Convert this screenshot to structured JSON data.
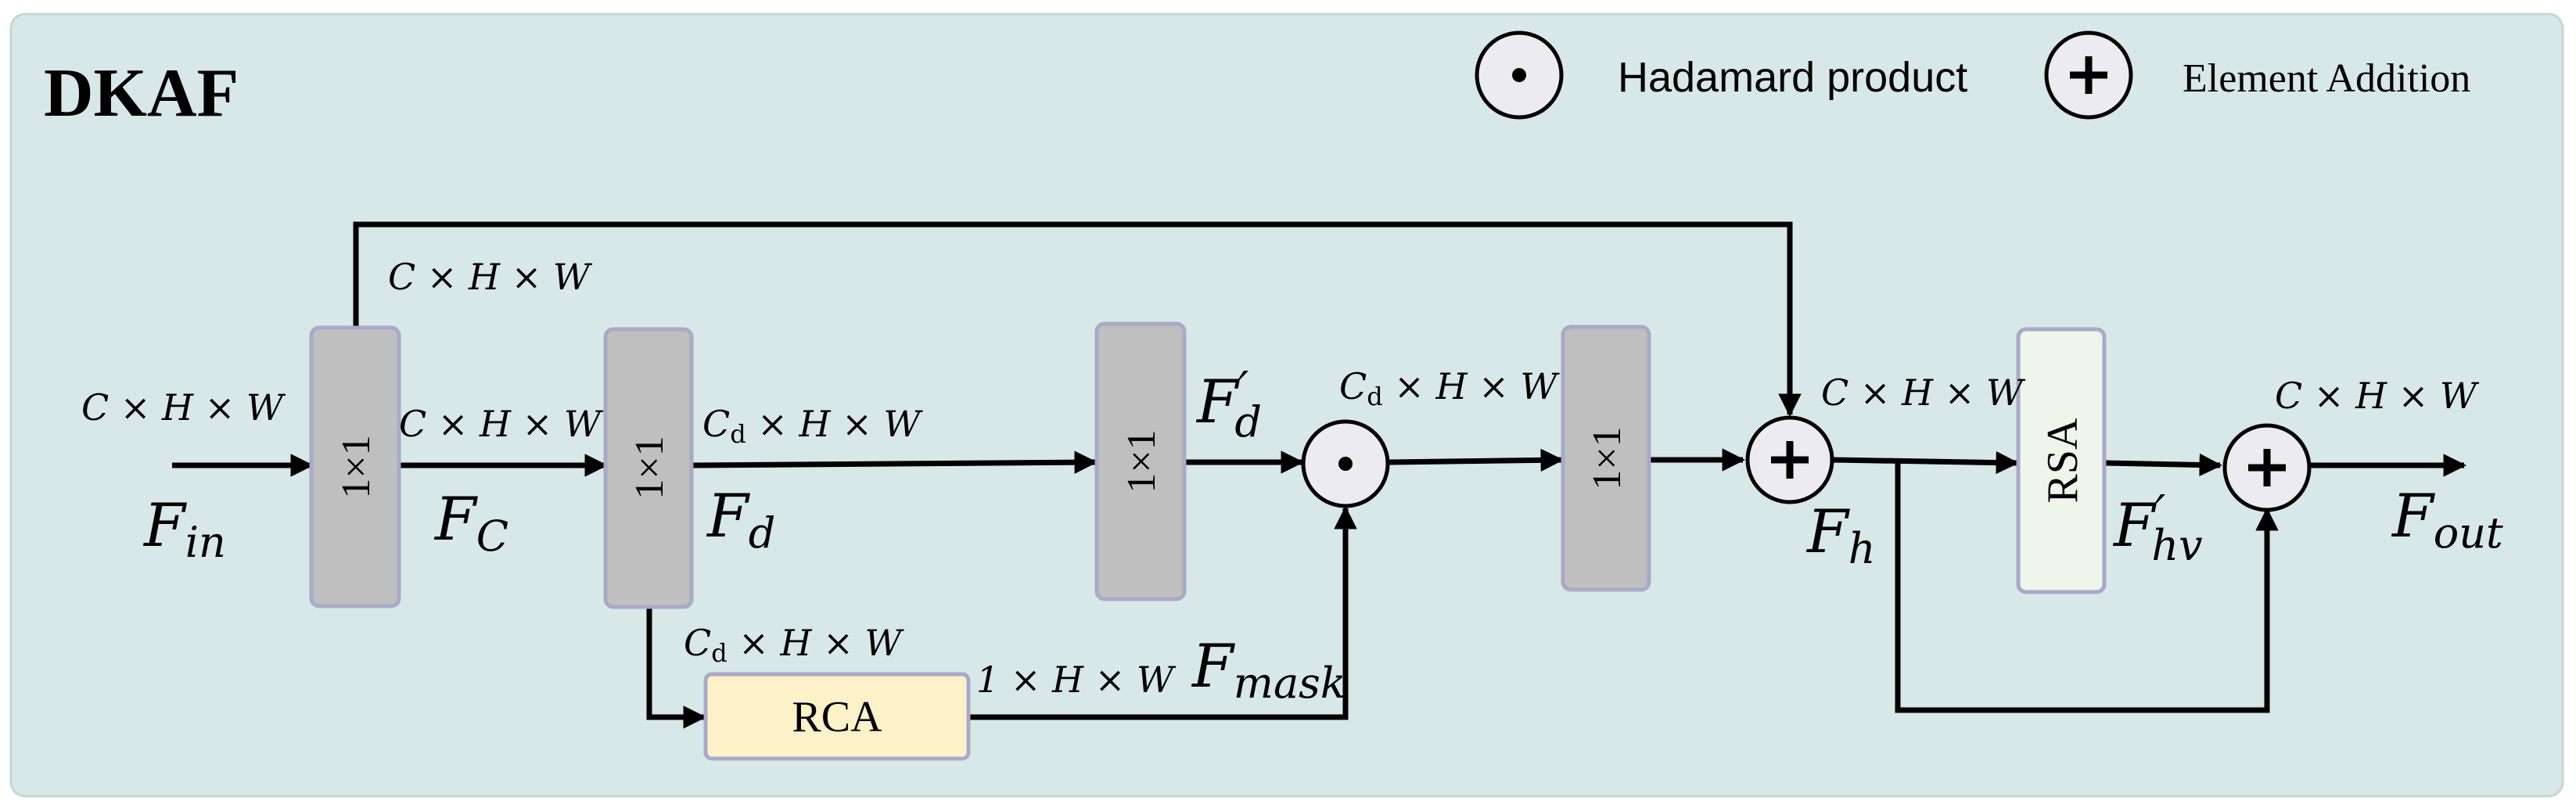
{
  "title": "DKAF",
  "legend": {
    "hadamard_symbol": "⊙",
    "hadamard_label": "Hadamard product",
    "addition_symbol": "+",
    "addition_label": "Element Addition"
  },
  "blocks": {
    "conv1": "1×1",
    "conv2": "1×1",
    "conv3": "1×1",
    "conv4": "1×1",
    "rca": "RCA",
    "rsa": "RSA"
  },
  "dims": {
    "input": "C × H × W",
    "skip_top": "C × H × W",
    "after_conv1": "C × H × W",
    "after_conv2": "C",
    "after_conv2_sub": "d",
    "after_conv2_rest": " × H × W",
    "branch": "C",
    "branch_sub": "d",
    "branch_rest": " × H × W",
    "after_hadamard": "C",
    "after_hadamard_sub": "d",
    "after_hadamard_rest": " × H × W",
    "mask": "1 × H × W",
    "after_add": "C × H × W",
    "output": "C × H × W"
  },
  "features": {
    "fin_base": "F",
    "fin_sub": "in",
    "fc_base": "F",
    "fc_sub": "C",
    "fd_base": "F",
    "fd_sub": "d",
    "fdp_base": "F",
    "fdp_sub": "d",
    "fdp_prime": "′",
    "fmask_base": "F",
    "fmask_sub": "mask",
    "fh_base": "F",
    "fh_sub": "h",
    "fhv_base": "F",
    "fhv_sub": "hv",
    "fhv_prime": "′",
    "fout_base": "F",
    "fout_sub": "out"
  }
}
